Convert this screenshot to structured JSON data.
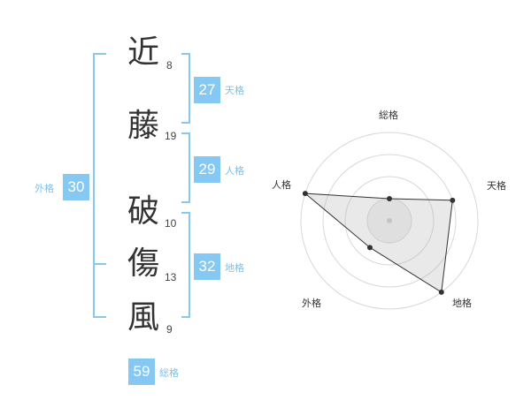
{
  "name": {
    "chars": [
      {
        "char": "近",
        "strokes": "8"
      },
      {
        "char": "藤",
        "strokes": "19"
      },
      {
        "char": "破",
        "strokes": "10"
      },
      {
        "char": "傷",
        "strokes": "13"
      },
      {
        "char": "風",
        "strokes": "9"
      }
    ]
  },
  "fortune": {
    "tenkaku": {
      "value": "27",
      "label": "天格"
    },
    "jinkaku": {
      "value": "29",
      "label": "人格"
    },
    "chikaku": {
      "value": "32",
      "label": "地格"
    },
    "gaikaku": {
      "value": "30",
      "label": "外格"
    },
    "soukaku": {
      "value": "59",
      "label": "総格"
    }
  },
  "colors": {
    "accent": "#84c8f3",
    "text": "#333333",
    "grid": "#d8d8d8"
  },
  "chart_data": {
    "type": "radar",
    "axes": [
      "総格",
      "天格",
      "地格",
      "外格",
      "人格"
    ],
    "levels": 4,
    "values": [
      1,
      3,
      4,
      1.5,
      4
    ]
  }
}
